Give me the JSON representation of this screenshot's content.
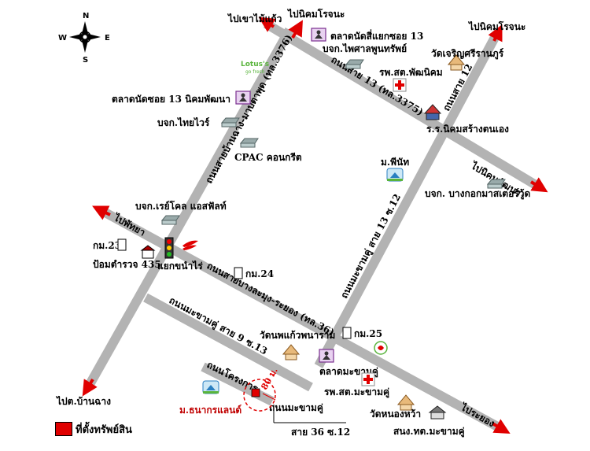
{
  "compass": {
    "n": "N",
    "s": "S",
    "e": "E",
    "w": "W"
  },
  "destinations": {
    "khao_mai_kaew": "ไปเขาไม้แก้ว",
    "nikhom_rojana_1": "ไปนิคมโรจนะ",
    "nikhom_rojana_2": "ไปนิคมโรจนะ",
    "pattaya": "ไปพัทยา",
    "nikhom_phatthana": "ไปนิคมพัฒนา",
    "ban_chang": "ไปต.บ้านฉาง",
    "rayong": "ไประยอง"
  },
  "roads": {
    "sai_13": "ถนนสาย 13 (ทล.3375)",
    "sai_12": "ถนนสาย 12",
    "banchang_maptaphut": "ถนนสายบ้านฉาง-มาบตาพุด (ทล.3376)",
    "bang_lamung_rayong": "ถนนสายบางละมุง-ระยอง (ทล.36)",
    "makham_khu_13_12": "ถนนมะขามคู่ สาย 13 ซ.12",
    "makham_khu_9_13": "ถนนมะขามคู่ สาย 9 ซ.13",
    "khrong": "ถนนโครงการ",
    "makham_khu_36": "ถนนมะขามคู่",
    "sai_36_12": "สาย 36 ซ.12"
  },
  "places": {
    "market_4_yaek": "ตลาดนัดสี่แยกซอย 13",
    "phaisan": "บจก.ไพศาลพูนทรัพย์",
    "lotus_1": "Lotus's",
    "lotus_2": "go fresh",
    "market_13": "ตลาดนัดซอย 13 นิคมพัฒนา",
    "thai_wire": "บจก.ไทยไวร์",
    "cpac": "CPAC คอนกรีต",
    "hospital_phatthana": "รพ.สต.พัฒนิคม",
    "wat_charoen": "วัดเจริญศรีรานภูร์",
    "school_nikhom": "ร.ร.นิคมสร้างตนเอง",
    "mu_phinat": "ม.พีนัท",
    "bangkok_master": "บจก. บางกอกมาสเตอร์วู้ด",
    "rayco": "บจก.เรย์โคล แอสฟัลท์",
    "km23": "กม.23",
    "police": "ป้อมตำรวจ 435",
    "yaek_nam_rai": "แยกขนำไร่",
    "km24": "กม.24",
    "km25": "กม.25",
    "wat_nong_kaew": "วัดนพแก้วพนาราม",
    "market_makham": "ตลาดมะขามคู่",
    "hospital_makham": "รพ.สต.มะขามคู่",
    "wat_nong_hua": "วัดหนองหว้า",
    "police_makham": "สนง.ทต.มะขามคู่",
    "thanakorn": "ม.ธนากรแลนด์",
    "distance": "80 ม."
  },
  "legend": {
    "label": "ที่ตั้งทรัพย์สิน"
  },
  "colors": {
    "road": "#b3b3b3",
    "arrow": "#e00000",
    "marker": "#e00000",
    "accent_text": "#c00000",
    "lotus_green": "#59b43c",
    "lotus_blue": "#2a7fc1"
  }
}
